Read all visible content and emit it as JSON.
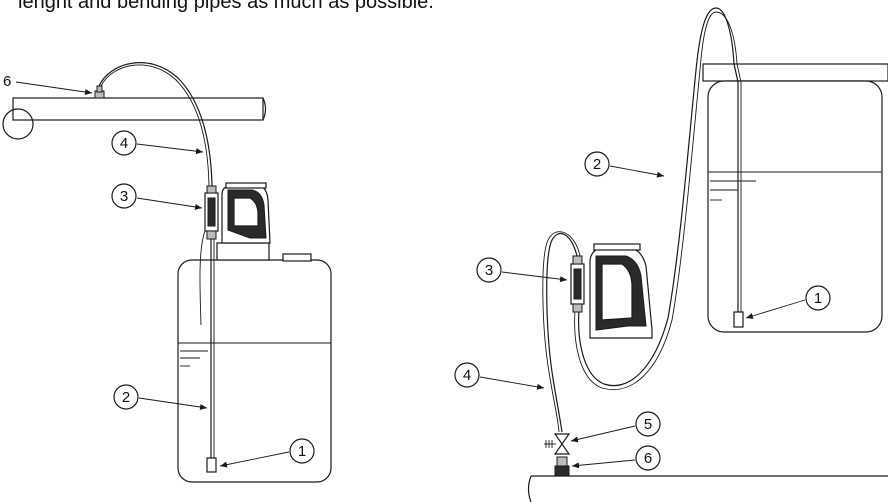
{
  "caption": "lenght and bending pipes as much as possible.",
  "left_install": {
    "labels": {
      "l6": "6",
      "l4": "4",
      "l3": "3",
      "l2": "2",
      "l1": "1"
    }
  },
  "right_install": {
    "labels": {
      "r2": "2",
      "r3": "3",
      "r4": "4",
      "r5": "5",
      "r6": "6",
      "r1": "1"
    }
  }
}
